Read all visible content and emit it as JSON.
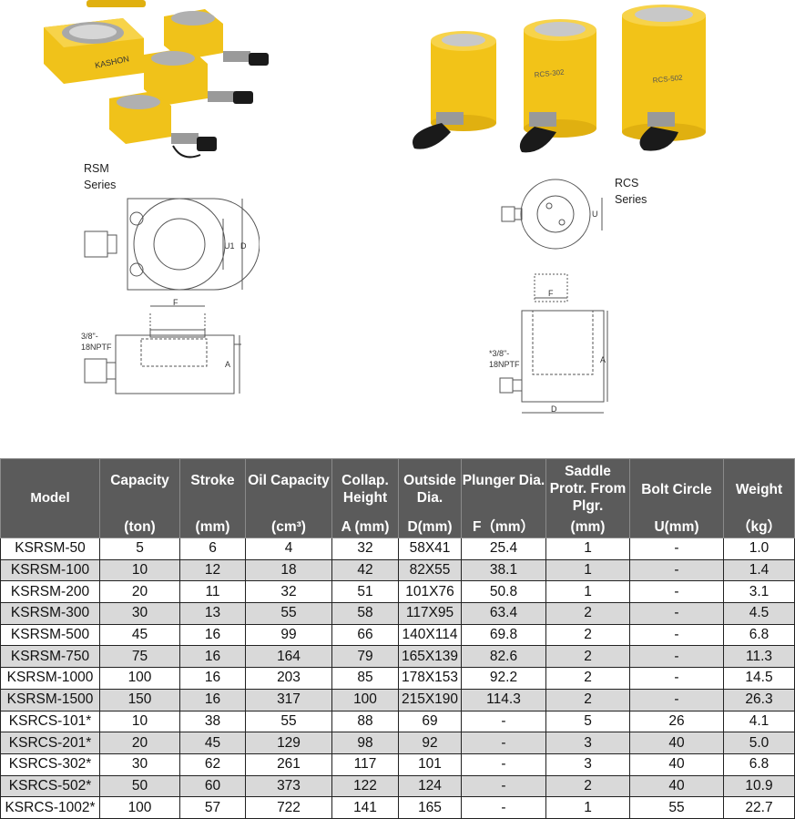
{
  "captions": {
    "rsm_series": "RSM\nSeries",
    "rcs_series": "RCS\nSeries"
  },
  "product_brand": "KASHON",
  "rcs_product_labels": [
    "RCS-302",
    "RCS-502"
  ],
  "drawing_labels": {
    "rsm": {
      "u1": "U1",
      "d": "D",
      "f": "F",
      "a": "A",
      "port_top": "3/8\"-",
      "port_bottom": "18NPTF"
    },
    "rcs": {
      "u": "U",
      "f": "F",
      "a": "A",
      "d": "D",
      "port_top": "*3/8\"-",
      "port_bottom": "18NPTF"
    }
  },
  "table": {
    "headers": [
      {
        "label": "Model",
        "unit": ""
      },
      {
        "label": "Capacity",
        "unit": "(ton)"
      },
      {
        "label": "Stroke",
        "unit": "(mm)"
      },
      {
        "label": "Oil Capacity",
        "unit": "(cm³)"
      },
      {
        "label": "Collap. Height",
        "unit": "A (mm)"
      },
      {
        "label": "Outside Dia.",
        "unit": "D(mm)"
      },
      {
        "label": "Plunger Dia.",
        "unit": "F（mm）"
      },
      {
        "label": "Saddle Protr. From Plgr.",
        "unit": "(mm)"
      },
      {
        "label": "Bolt Circle",
        "unit": "U(mm)"
      },
      {
        "label": "Weight",
        "unit": "（kg）"
      }
    ],
    "rows": [
      [
        "KSRSM-50",
        "5",
        "6",
        "4",
        "32",
        "58X41",
        "25.4",
        "1",
        "-",
        "1.0"
      ],
      [
        "KSRSM-100",
        "10",
        "12",
        "18",
        "42",
        "82X55",
        "38.1",
        "1",
        "-",
        "1.4"
      ],
      [
        "KSRSM-200",
        "20",
        "11",
        "32",
        "51",
        "101X76",
        "50.8",
        "1",
        "-",
        "3.1"
      ],
      [
        "KSRSM-300",
        "30",
        "13",
        "55",
        "58",
        "117X95",
        "63.4",
        "2",
        "-",
        "4.5"
      ],
      [
        "KSRSM-500",
        "45",
        "16",
        "99",
        "66",
        "140X114",
        "69.8",
        "2",
        "-",
        "6.8"
      ],
      [
        "KSRSM-750",
        "75",
        "16",
        "164",
        "79",
        "165X139",
        "82.6",
        "2",
        "-",
        "11.3"
      ],
      [
        "KSRSM-1000",
        "100",
        "16",
        "203",
        "85",
        "178X153",
        "92.2",
        "2",
        "-",
        "14.5"
      ],
      [
        "KSRSM-1500",
        "150",
        "16",
        "317",
        "100",
        "215X190",
        "114.3",
        "2",
        "-",
        "26.3"
      ],
      [
        "KSRCS-101*",
        "10",
        "38",
        "55",
        "88",
        "69",
        "-",
        "5",
        "26",
        "4.1"
      ],
      [
        "KSRCS-201*",
        "20",
        "45",
        "129",
        "98",
        "92",
        "-",
        "3",
        "40",
        "5.0"
      ],
      [
        "KSRCS-302*",
        "30",
        "62",
        "261",
        "117",
        "101",
        "-",
        "3",
        "40",
        "6.8"
      ],
      [
        "KSRCS-502*",
        "50",
        "60",
        "373",
        "122",
        "124",
        "-",
        "2",
        "40",
        "10.9"
      ],
      [
        "KSRCS-1002*",
        "100",
        "57",
        "722",
        "141",
        "165",
        "-",
        "1",
        "55",
        "22.7"
      ]
    ]
  },
  "colors": {
    "header_bg": "#5b5b5b",
    "row_alt": "#d9d9d9",
    "cylinder_yellow": "#f2c318"
  }
}
